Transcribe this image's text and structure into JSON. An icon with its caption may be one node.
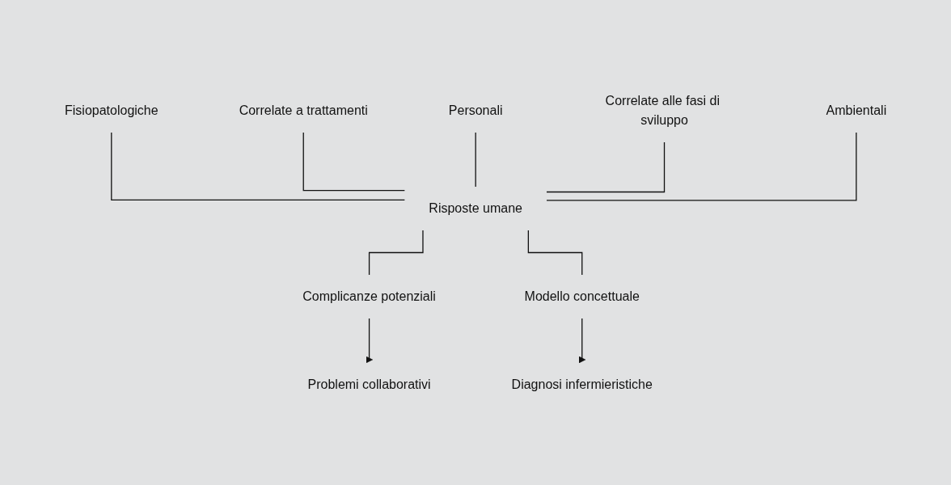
{
  "diagram": {
    "nodes": [
      {
        "text": [
          "Correlate a trattamenti"
        ]
      },
      {
        "text": [
          "Correlate alle fasi di sviluppo"
        ]
      },
      {
        "text": [
          "Fisiopatologiche"
        ]
      },
      {
        "text": [
          "Personali"
        ]
      },
      {
        "text": [
          "Ambientali"
        ]
      },
      {
        "text": [
          "Risposte umane"
        ]
      },
      {
        "text": [
          "Complicanze potenziali"
        ]
      },
      {
        "text": [
          "Modello concettuale"
        ]
      },
      {
        "text": [
          "Problemi collaborativi"
        ]
      },
      {
        "text": [
          "Diagnosi infermieristiche"
        ]
      }
    ],
    "edges": [
      {
        "from": 2,
        "to": 5,
        "arrow": "none"
      },
      {
        "from": 0,
        "to": 5,
        "arrow": "none"
      },
      {
        "from": 3,
        "to": 5,
        "arrow": "none"
      },
      {
        "from": 1,
        "to": 5,
        "arrow": "none"
      },
      {
        "from": 4,
        "to": 5,
        "arrow": "none"
      },
      {
        "from": 5,
        "to": 6,
        "arrow": "none"
      },
      {
        "from": 5,
        "to": 7,
        "arrow": "none"
      },
      {
        "from": 6,
        "to": 8,
        "arrow": "to"
      },
      {
        "from": 7,
        "to": 9,
        "arrow": "to"
      }
    ]
  }
}
